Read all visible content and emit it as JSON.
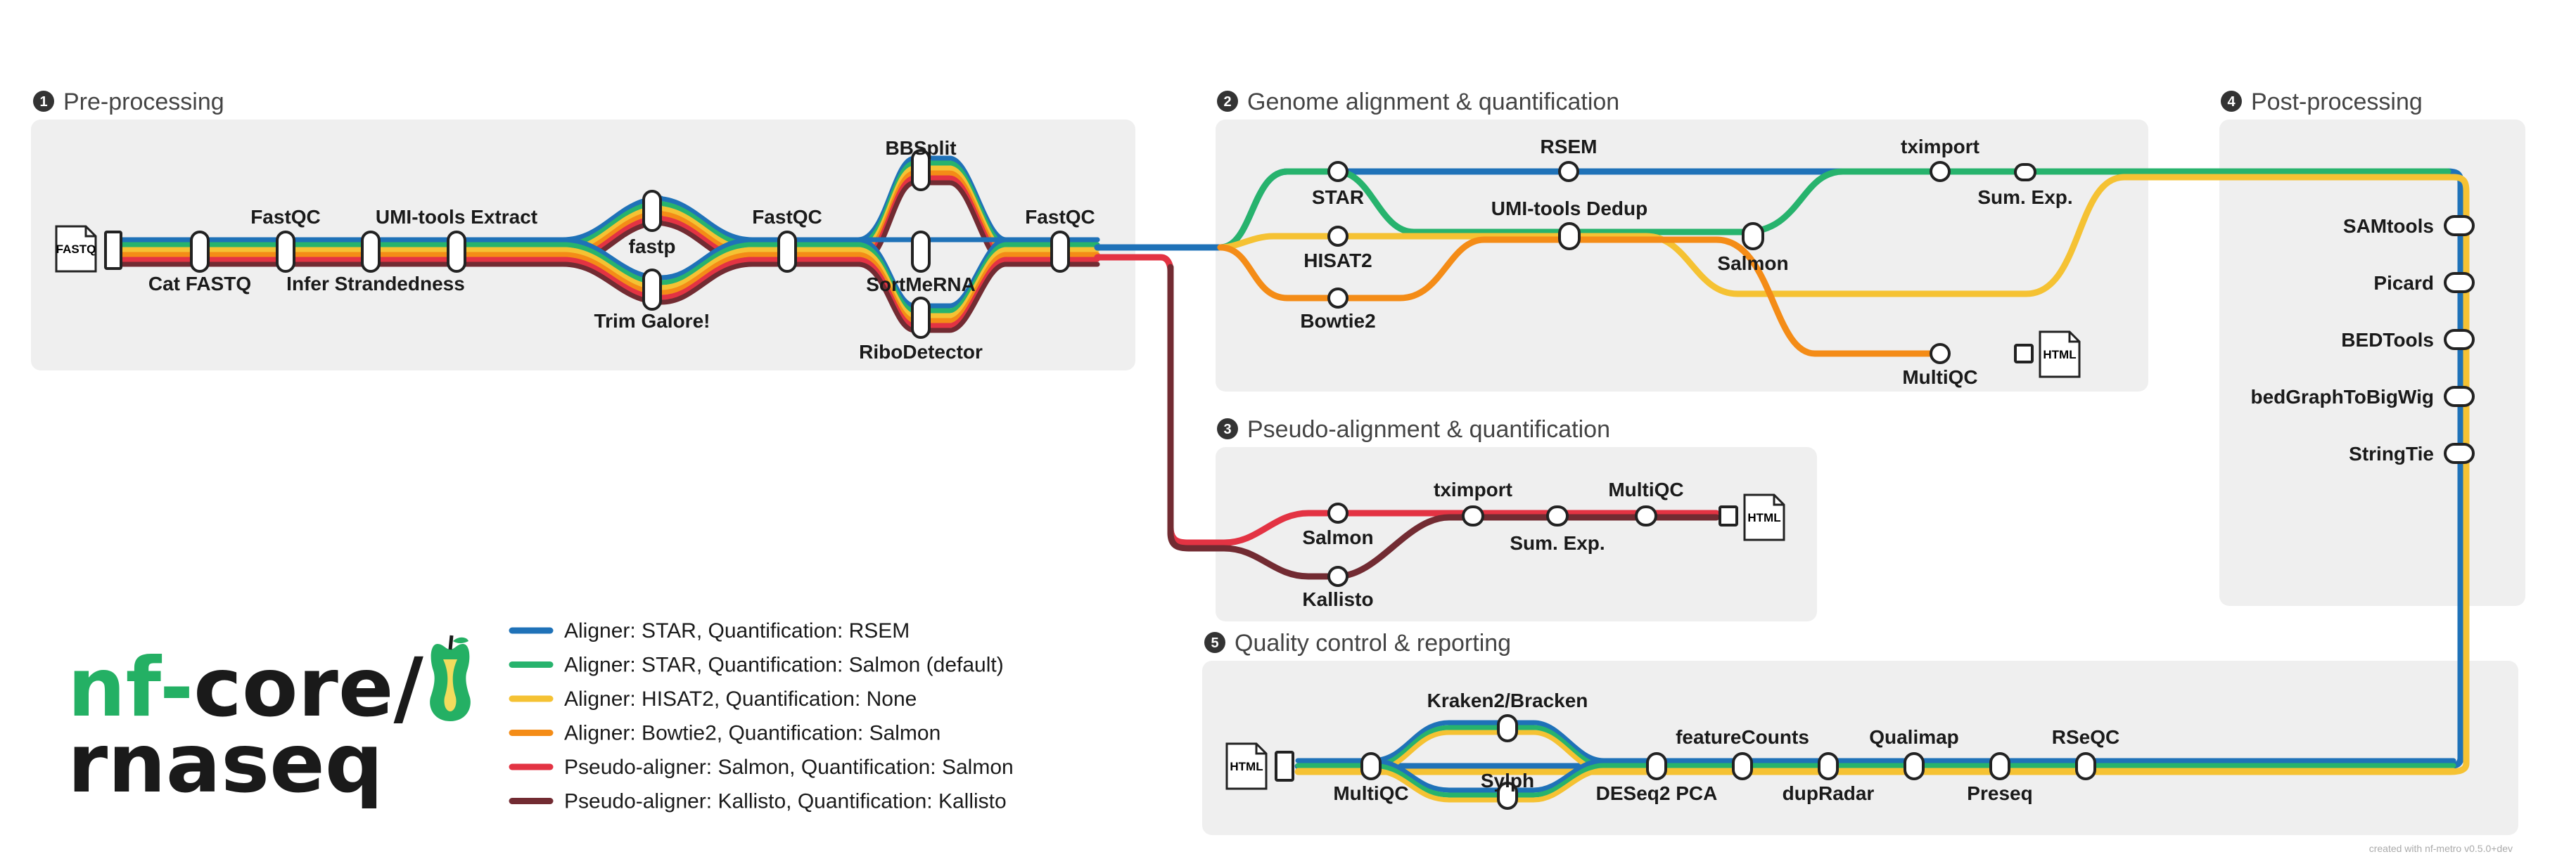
{
  "colors": {
    "star_rsem": "#1f72b8",
    "star_salmon": "#27b36d",
    "hisat2": "#f5c233",
    "bowtie2": "#f48c17",
    "pseudo_salmon": "#e33343",
    "pseudo_kallisto": "#722b32",
    "section_bg": "#efefef",
    "logo_green": "#24b064"
  },
  "sections": [
    {
      "number": "1",
      "title": "Pre-processing"
    },
    {
      "number": "2",
      "title": "Genome alignment & quantification"
    },
    {
      "number": "3",
      "title": "Pseudo-alignment & quantification"
    },
    {
      "number": "4",
      "title": "Post-processing"
    },
    {
      "number": "5",
      "title": "Quality control & reporting"
    }
  ],
  "preprocessing": {
    "input_file": "FASTQ",
    "cat_fastq": "Cat FASTQ",
    "fastqc_1": "FastQC",
    "infer_strandedness": "Infer Strandedness",
    "umi_extract": "UMI-tools Extract",
    "fastp": "fastp",
    "trim_galore": "Trim Galore!",
    "fastqc_2": "FastQC",
    "bbsplit": "BBSplit",
    "sortmerna": "SortMeRNA",
    "ribodetector": "RiboDetector",
    "fastqc_3": "FastQC"
  },
  "genome": {
    "star": "STAR",
    "rsem": "RSEM",
    "tximport": "tximport",
    "sum_exp": "Sum. Exp.",
    "umi_dedup": "UMI-tools Dedup",
    "hisat2": "HISAT2",
    "salmon": "Salmon",
    "bowtie2": "Bowtie2",
    "multiqc": "MultiQC",
    "output_file": "HTML"
  },
  "pseudo": {
    "salmon": "Salmon",
    "kallisto": "Kallisto",
    "tximport": "tximport",
    "sum_exp": "Sum. Exp.",
    "multiqc": "MultiQC",
    "output_file": "HTML"
  },
  "postprocessing": {
    "samtools": "SAMtools",
    "picard": "Picard",
    "bedtools": "BEDTools",
    "bedgraphtobigwig": "bedGraphToBigWig",
    "stringtie": "StringTie"
  },
  "qc": {
    "output_file": "HTML",
    "multiqc": "MultiQC",
    "kraken": "Kraken2/Bracken",
    "sylph": "Sylph",
    "deseq2": "DESeq2 PCA",
    "featurecounts": "featureCounts",
    "dupradar": "dupRadar",
    "qualimap": "Qualimap",
    "preseq": "Preseq",
    "rseqc": "RSeQC"
  },
  "legend": [
    {
      "label": "Aligner: STAR, Quantification: RSEM",
      "color": "#1f72b8"
    },
    {
      "label": "Aligner: STAR, Quantification: Salmon (default)",
      "color": "#27b36d"
    },
    {
      "label": "Aligner: HISAT2, Quantification: None",
      "color": "#f5c233"
    },
    {
      "label": "Aligner: Bowtie2, Quantification: Salmon",
      "color": "#f48c17"
    },
    {
      "label": "Pseudo-aligner: Salmon, Quantification: Salmon",
      "color": "#e33343"
    },
    {
      "label": "Pseudo-aligner: Kallisto, Quantification: Kallisto",
      "color": "#722b32"
    }
  ],
  "logo": {
    "prefix": "nf-",
    "core": "core/",
    "name": "rnaseq",
    "icon": "apple-core-icon"
  },
  "credit": "created with nf-metro v0.5.0+dev"
}
